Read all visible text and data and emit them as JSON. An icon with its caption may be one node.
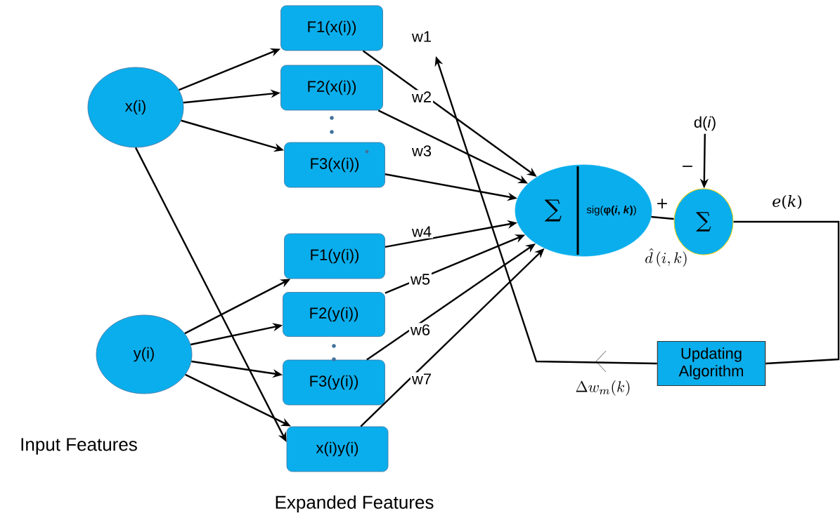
{
  "diagram": {
    "nodes": [
      {
        "text": [
          "x(i)"
        ]
      },
      {
        "text": [
          "y(i)"
        ]
      },
      {
        "text": [
          "F1(x(i))"
        ]
      },
      {
        "text": [
          "F2(x(i))"
        ]
      },
      {
        "text": [
          "F3(x(i))"
        ]
      },
      {
        "text": [
          "F1(y(i))"
        ]
      },
      {
        "text": [
          "F2(y(i))"
        ]
      },
      {
        "text": [
          "F3(y(i))"
        ]
      },
      {
        "text": [
          "x(i)y(i)"
        ]
      },
      {
        "text": [
          "∑",
          "sig(**φ(*i*, *k*)**)"
        ]
      },
      {
        "text": [
          "∑"
        ]
      },
      {
        "text": [
          "Updating Algorithm"
        ]
      },
      {
        "text": [
          "d(*i*)"
        ]
      }
    ],
    "edges": [
      {
        "from": 0,
        "to": 2,
        "arrow": "to"
      },
      {
        "from": 0,
        "to": 3,
        "arrow": "to"
      },
      {
        "from": 0,
        "to": 4,
        "arrow": "to"
      },
      {
        "from": 0,
        "to": 8,
        "arrow": "to"
      },
      {
        "from": 1,
        "to": 5,
        "arrow": "to"
      },
      {
        "from": 1,
        "to": 6,
        "arrow": "to"
      },
      {
        "from": 1,
        "to": 7,
        "arrow": "to"
      },
      {
        "from": 1,
        "to": 8,
        "arrow": "to"
      },
      {
        "from": 2,
        "to": 9,
        "arrow": "to",
        "label": "w1"
      },
      {
        "from": 3,
        "to": 9,
        "arrow": "to",
        "label": "w2"
      },
      {
        "from": 4,
        "to": 9,
        "arrow": "to",
        "label": "w3"
      },
      {
        "from": 5,
        "to": 9,
        "arrow": "to",
        "label": "w4"
      },
      {
        "from": 6,
        "to": 9,
        "arrow": "to",
        "label": "w5"
      },
      {
        "from": 7,
        "to": 9,
        "arrow": "to",
        "label": "w6"
      },
      {
        "from": 8,
        "to": 9,
        "arrow": "to",
        "label": "w7"
      },
      {
        "from": 9,
        "to": 10,
        "arrow": "none",
        "label": "+"
      },
      {
        "from": 12,
        "to": 10,
        "arrow": "to",
        "label": "−"
      },
      {
        "from": 10,
        "to": 11,
        "arrow": "none",
        "label": "*e*(*k*)"
      },
      {
        "from": 11,
        "to": null,
        "arrow": "to",
        "label": "\\Delta w_{m}(k)"
      }
    ],
    "labels": [
      "Input Features",
      "Expanded Features",
      "\\hat{d}\\,(i,k)"
    ]
  }
}
